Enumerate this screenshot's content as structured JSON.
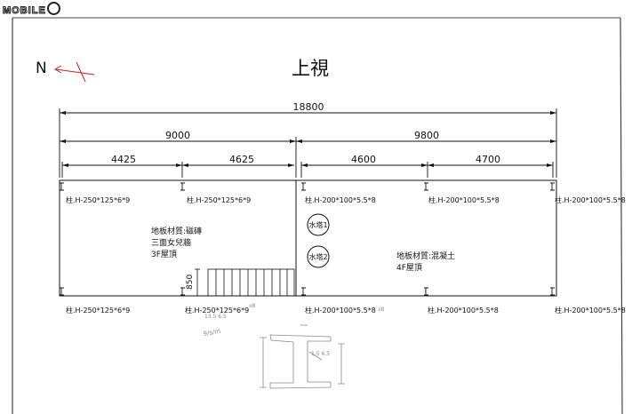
{
  "logo": {
    "text": "MOBILE",
    "ring_icon": "circle-01-icon"
  },
  "north": {
    "label": "N",
    "icon": "north-arrow-icon"
  },
  "title": "上視",
  "dimensions": {
    "overall": "18800",
    "left_half": "9000",
    "right_half": "9800",
    "seg1": "4425",
    "seg2": "4625",
    "seg3": "4600",
    "seg4": "4700",
    "stair_width": "850"
  },
  "columns": {
    "top": [
      "柱.H-250*125*6*9",
      "柱.H-250*125*6*9",
      "柱.H-200*100*5.5*8",
      "柱.H-200*100*5.5*8",
      "柱.H-200*100*5.5*8"
    ],
    "bottom": [
      "柱.H-250*125*6*9",
      "柱.H-250*125*6*9",
      "柱.H-200*100*5.5*8",
      "柱.H-200*100*5.5*8",
      "柱.H-200*100*5.5*8"
    ]
  },
  "left_zone": {
    "line1": "地板材質:磁磚",
    "line2": "三面女兒牆",
    "line3": "3F屋頂"
  },
  "right_zone": {
    "line1": "地板材質:混凝土",
    "line2": "4F屋頂"
  },
  "tanks": [
    "水塔1",
    "水塔2"
  ],
  "pencil_notes": {
    "a": "9/s/m",
    "b": "13 5 6.5",
    "c": "1 5 6.5",
    "d": "x8",
    "e": "x8"
  },
  "colors": {
    "ink": "#111111",
    "north_arrow": "#cc2222",
    "pencil": "#8a8a8a"
  }
}
